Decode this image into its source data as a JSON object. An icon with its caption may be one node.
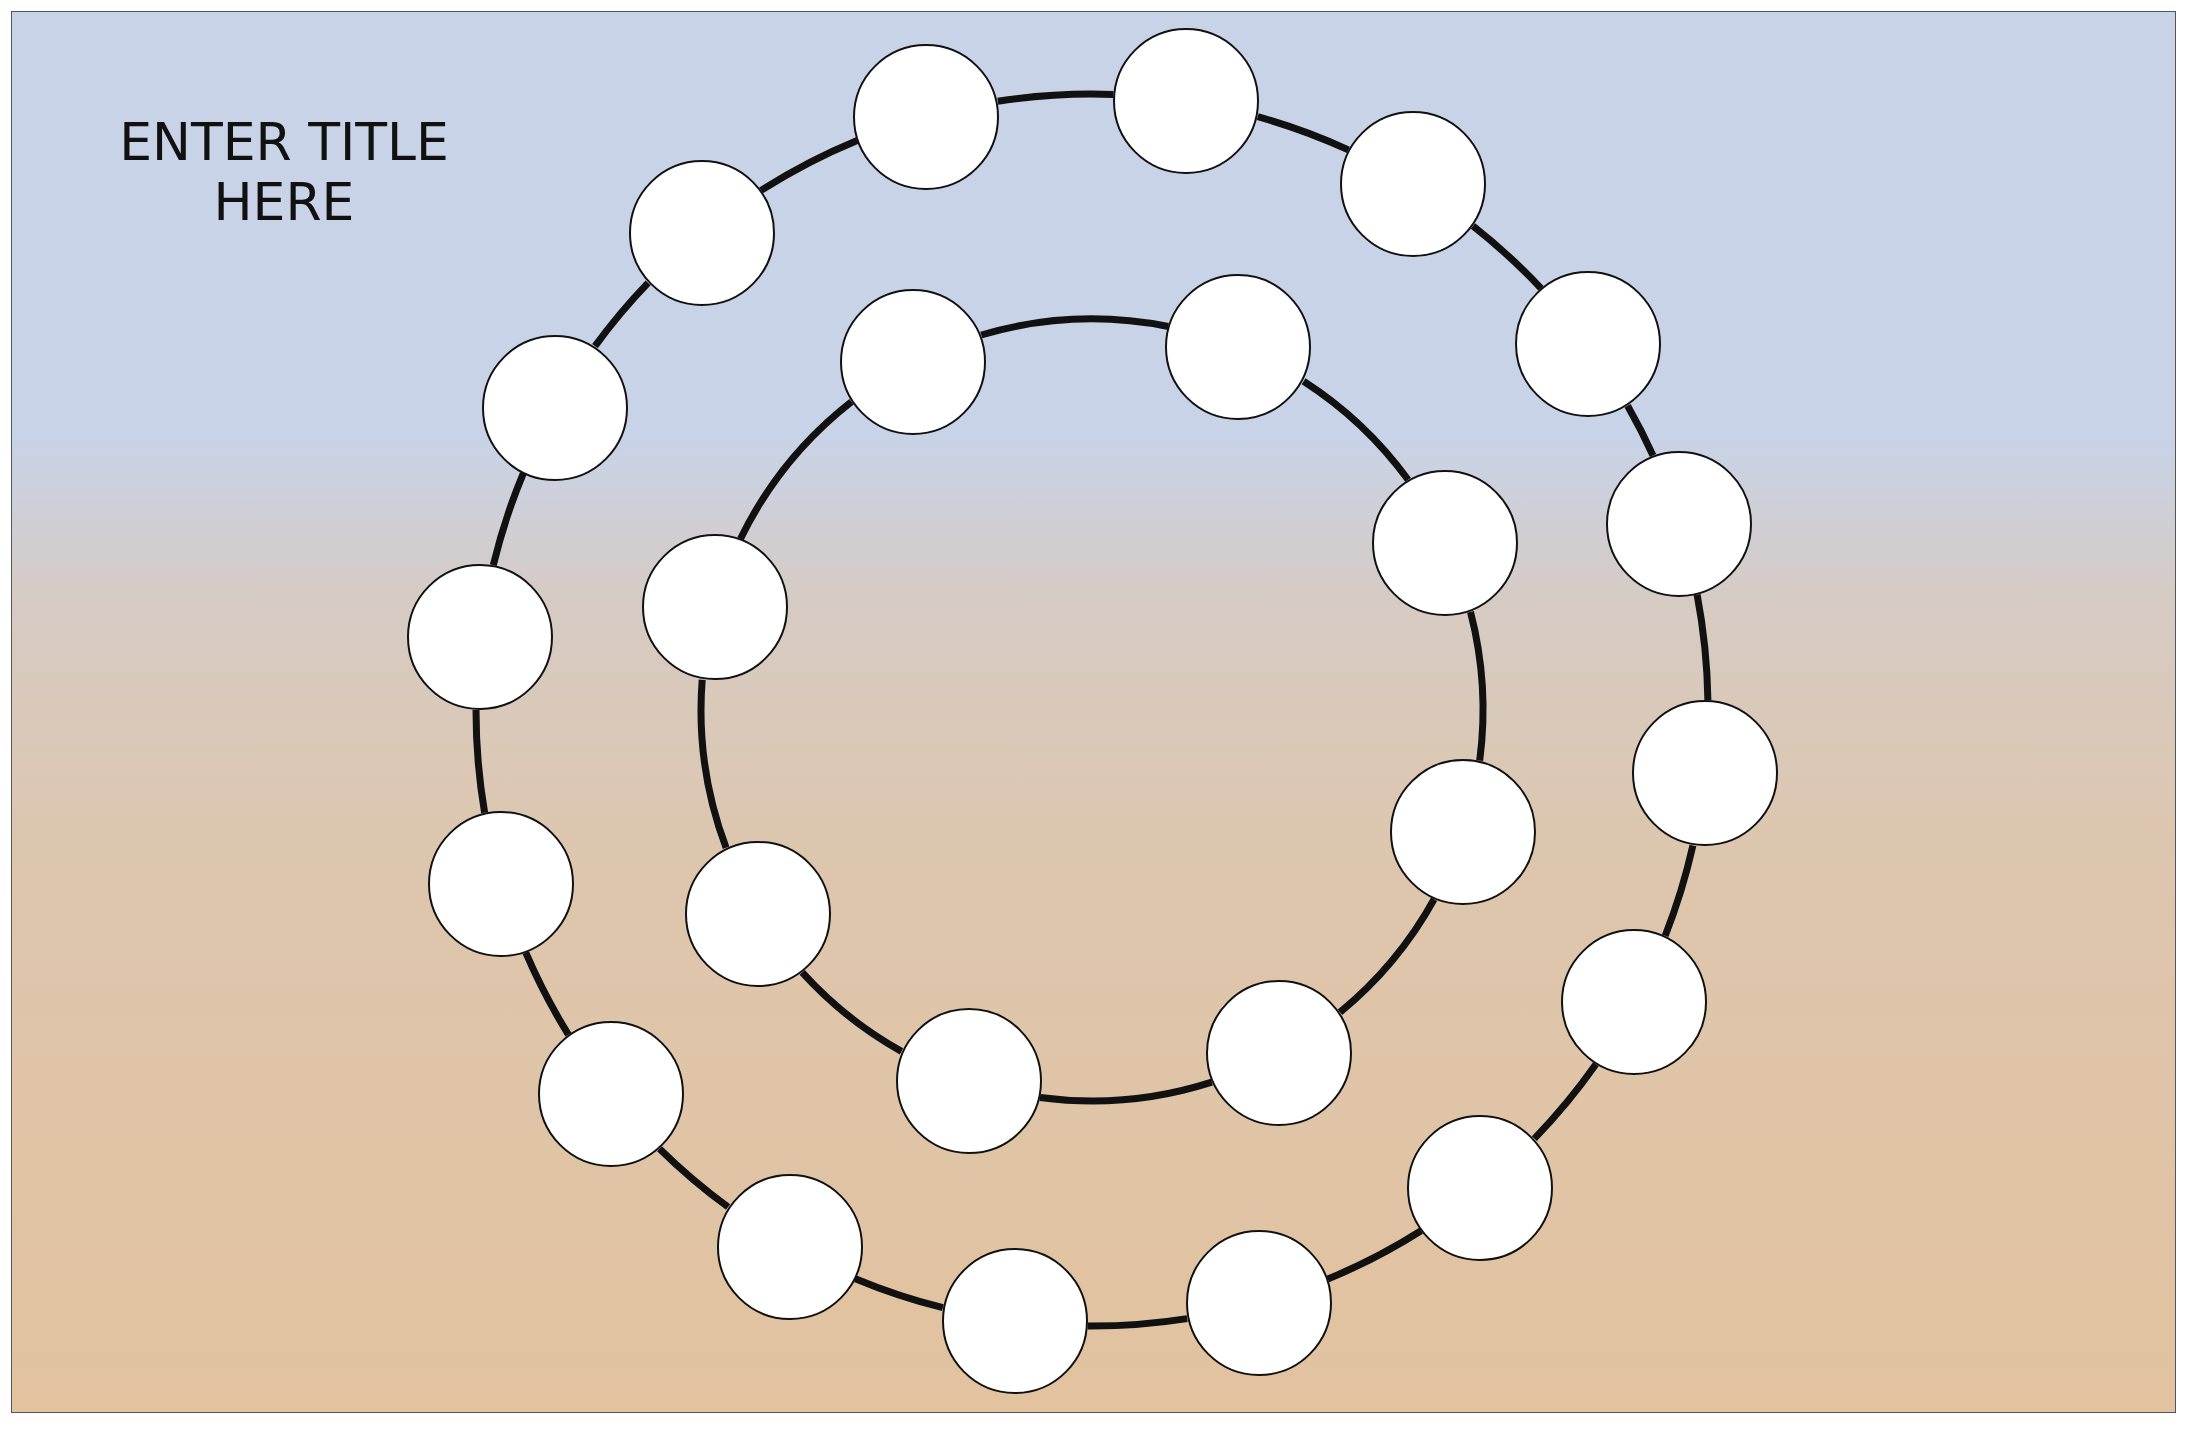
{
  "diagram": {
    "title": "ENTER TITLE HERE",
    "nodes": [
      {
        "text": [],
        "shape": "circle"
      },
      {
        "text": [],
        "shape": "circle"
      },
      {
        "text": [],
        "shape": "circle"
      },
      {
        "text": [],
        "shape": "circle"
      },
      {
        "text": [],
        "shape": "circle"
      },
      {
        "text": [],
        "shape": "circle"
      },
      {
        "text": [],
        "shape": "circle"
      },
      {
        "text": [],
        "shape": "circle"
      },
      {
        "text": [],
        "shape": "circle"
      },
      {
        "text": [],
        "shape": "circle"
      },
      {
        "text": [],
        "shape": "circle"
      },
      {
        "text": [],
        "shape": "circle"
      },
      {
        "text": [],
        "shape": "circle"
      },
      {
        "text": [],
        "shape": "circle"
      },
      {
        "text": [],
        "shape": "circle"
      },
      {
        "text": [],
        "shape": "circle"
      },
      {
        "text": [],
        "shape": "circle"
      },
      {
        "text": [],
        "shape": "circle"
      },
      {
        "text": [],
        "shape": "circle"
      },
      {
        "text": [],
        "shape": "circle"
      },
      {
        "text": [],
        "shape": "circle"
      },
      {
        "text": [],
        "shape": "circle"
      },
      {
        "text": [],
        "shape": "circle"
      },
      {
        "text": [],
        "shape": "circle"
      }
    ],
    "edges": [
      {
        "from": 0,
        "to": 1,
        "arrow": "none"
      },
      {
        "from": 1,
        "to": 2,
        "arrow": "none"
      },
      {
        "from": 2,
        "to": 3,
        "arrow": "none"
      },
      {
        "from": 3,
        "to": 4,
        "arrow": "none"
      },
      {
        "from": 4,
        "to": 5,
        "arrow": "none"
      },
      {
        "from": 5,
        "to": 6,
        "arrow": "none"
      },
      {
        "from": 6,
        "to": 7,
        "arrow": "none"
      },
      {
        "from": 7,
        "to": 8,
        "arrow": "none"
      },
      {
        "from": 8,
        "to": 9,
        "arrow": "none"
      },
      {
        "from": 9,
        "to": 10,
        "arrow": "none"
      },
      {
        "from": 10,
        "to": 11,
        "arrow": "none"
      },
      {
        "from": 11,
        "to": 12,
        "arrow": "none"
      },
      {
        "from": 12,
        "to": 13,
        "arrow": "none"
      },
      {
        "from": 13,
        "to": 14,
        "arrow": "none"
      },
      {
        "from": 14,
        "to": 15,
        "arrow": "none"
      },
      {
        "from": 15,
        "to": 0,
        "arrow": "none"
      },
      {
        "from": 16,
        "to": 17,
        "arrow": "none"
      },
      {
        "from": 17,
        "to": 18,
        "arrow": "none"
      },
      {
        "from": 18,
        "to": 19,
        "arrow": "none"
      },
      {
        "from": 19,
        "to": 20,
        "arrow": "none"
      },
      {
        "from": 20,
        "to": 21,
        "arrow": "none"
      },
      {
        "from": 21,
        "to": 22,
        "arrow": "none"
      },
      {
        "from": 22,
        "to": 23,
        "arrow": "none"
      },
      {
        "from": 23,
        "to": 16,
        "arrow": "none"
      }
    ]
  }
}
